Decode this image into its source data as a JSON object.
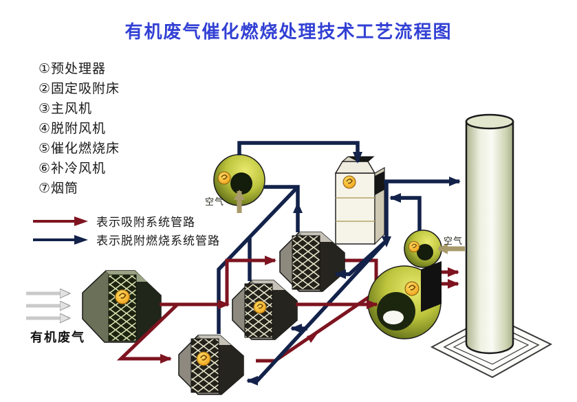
{
  "title": "有机废气催化燃烧处理技术工艺流程图",
  "equipment_list": [
    "①预处理器",
    "②固定吸附床",
    "③主风机",
    "④脱附风机",
    "⑤催化燃烧床",
    "⑥补冷风机",
    "⑦烟筒"
  ],
  "legend": {
    "adsorption": "表示吸附系统管路",
    "desorption": "表示脱附燃烧系统管路"
  },
  "labels": {
    "air_desorption_fan": "空气",
    "air_cooling_fan": "空气",
    "inlet_gas": "有机废气"
  },
  "colors": {
    "title": "#3240d4",
    "text": "#1a1a1a",
    "pipe_red": "#7d1420",
    "pipe_blue": "#13224a"
  }
}
